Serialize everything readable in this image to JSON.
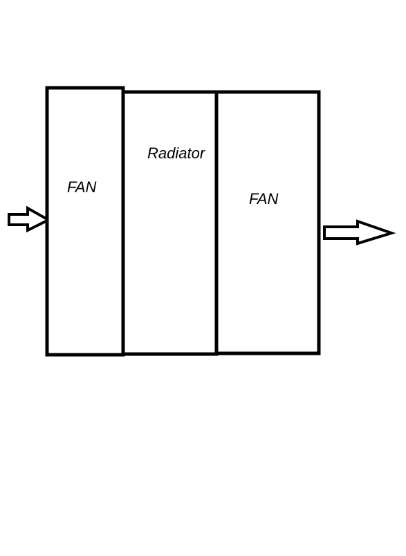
{
  "diagram": {
    "left_fan_label": "FAN",
    "radiator_label": "Radiator",
    "right_fan_label": "FAN"
  },
  "colors": {
    "stroke": "#000000",
    "background": "#ffffff"
  }
}
